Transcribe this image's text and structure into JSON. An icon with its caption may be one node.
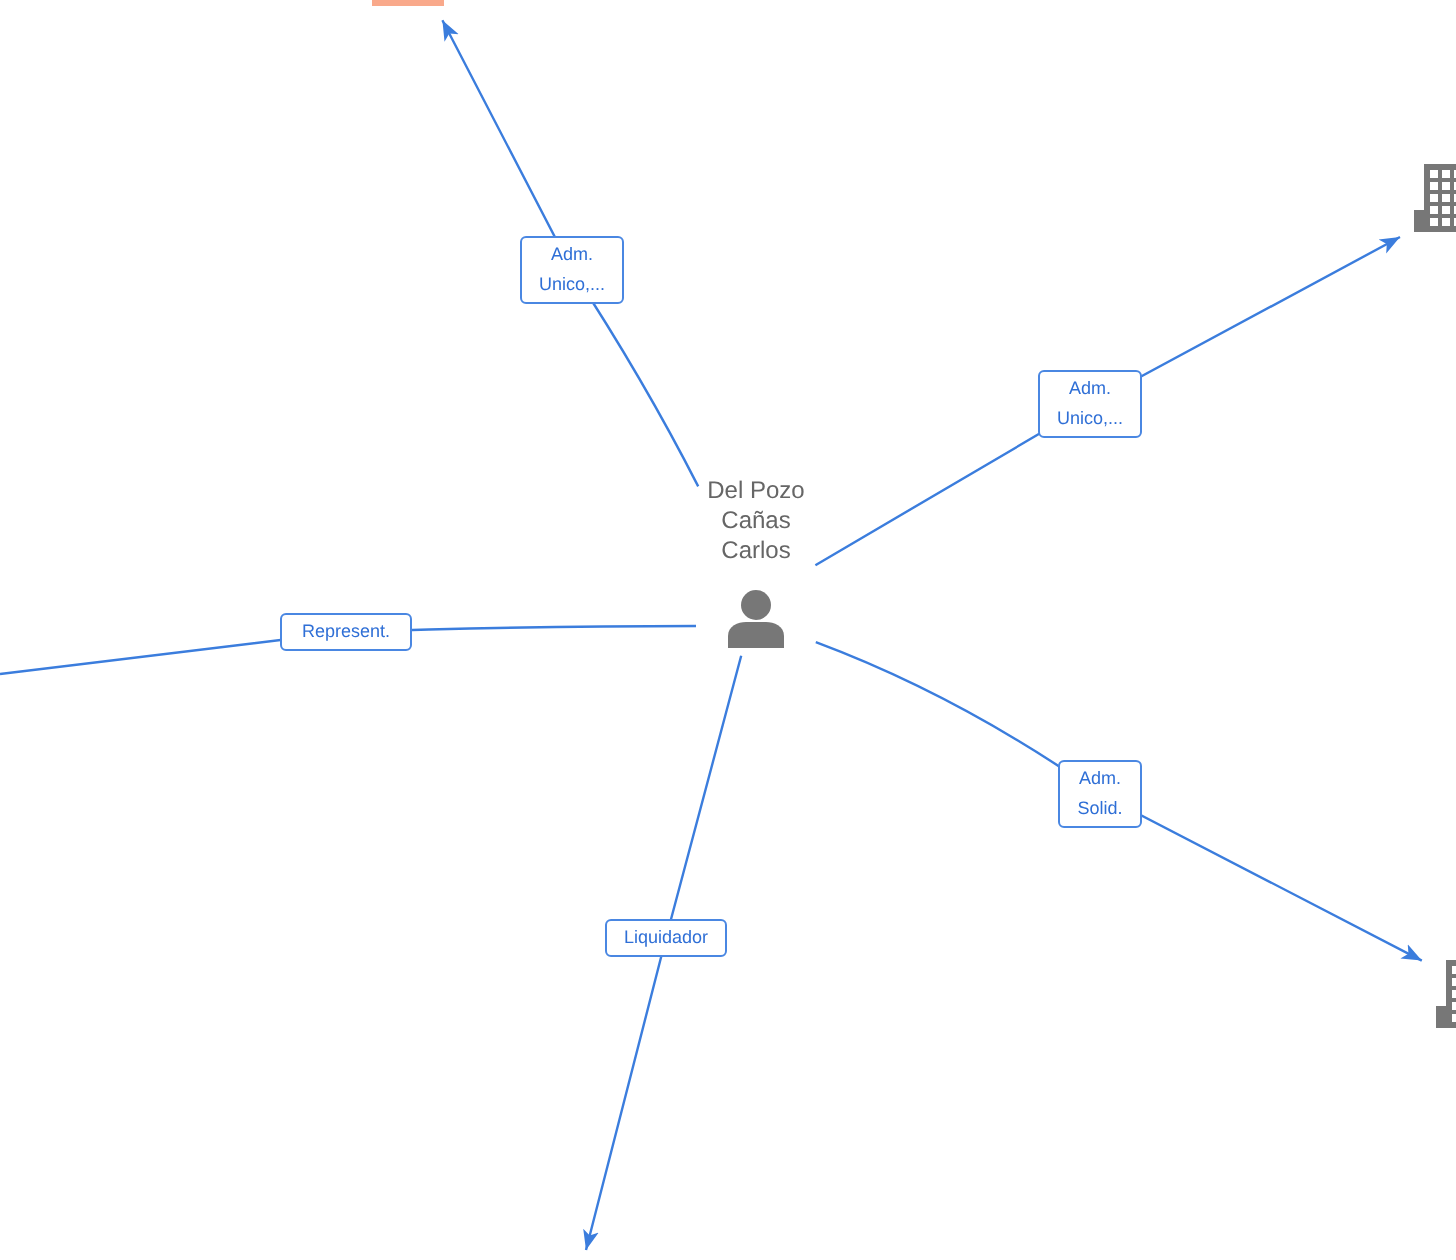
{
  "diagram": {
    "nodes": [
      {
        "text": [],
        "shape": "box"
      },
      {
        "text": [],
        "shape": "building"
      },
      {
        "text": [
          "Del Pozo Cañas Carlos"
        ]
      },
      {
        "text": [],
        "shape": "building"
      }
    ],
    "edges": [
      {
        "from": 2,
        "to": 0,
        "arrow": "to",
        "label": "Adm. Unico,..."
      },
      {
        "from": 2,
        "to": 1,
        "arrow": "to",
        "label": "Adm. Unico,..."
      },
      {
        "from": 2,
        "to": null,
        "arrow": "none",
        "label": "Represent."
      },
      {
        "from": 2,
        "to": 3,
        "arrow": "to",
        "label": "Adm. Solid."
      },
      {
        "from": 2,
        "to": null,
        "arrow": "to",
        "label": "Liquidador"
      }
    ]
  }
}
